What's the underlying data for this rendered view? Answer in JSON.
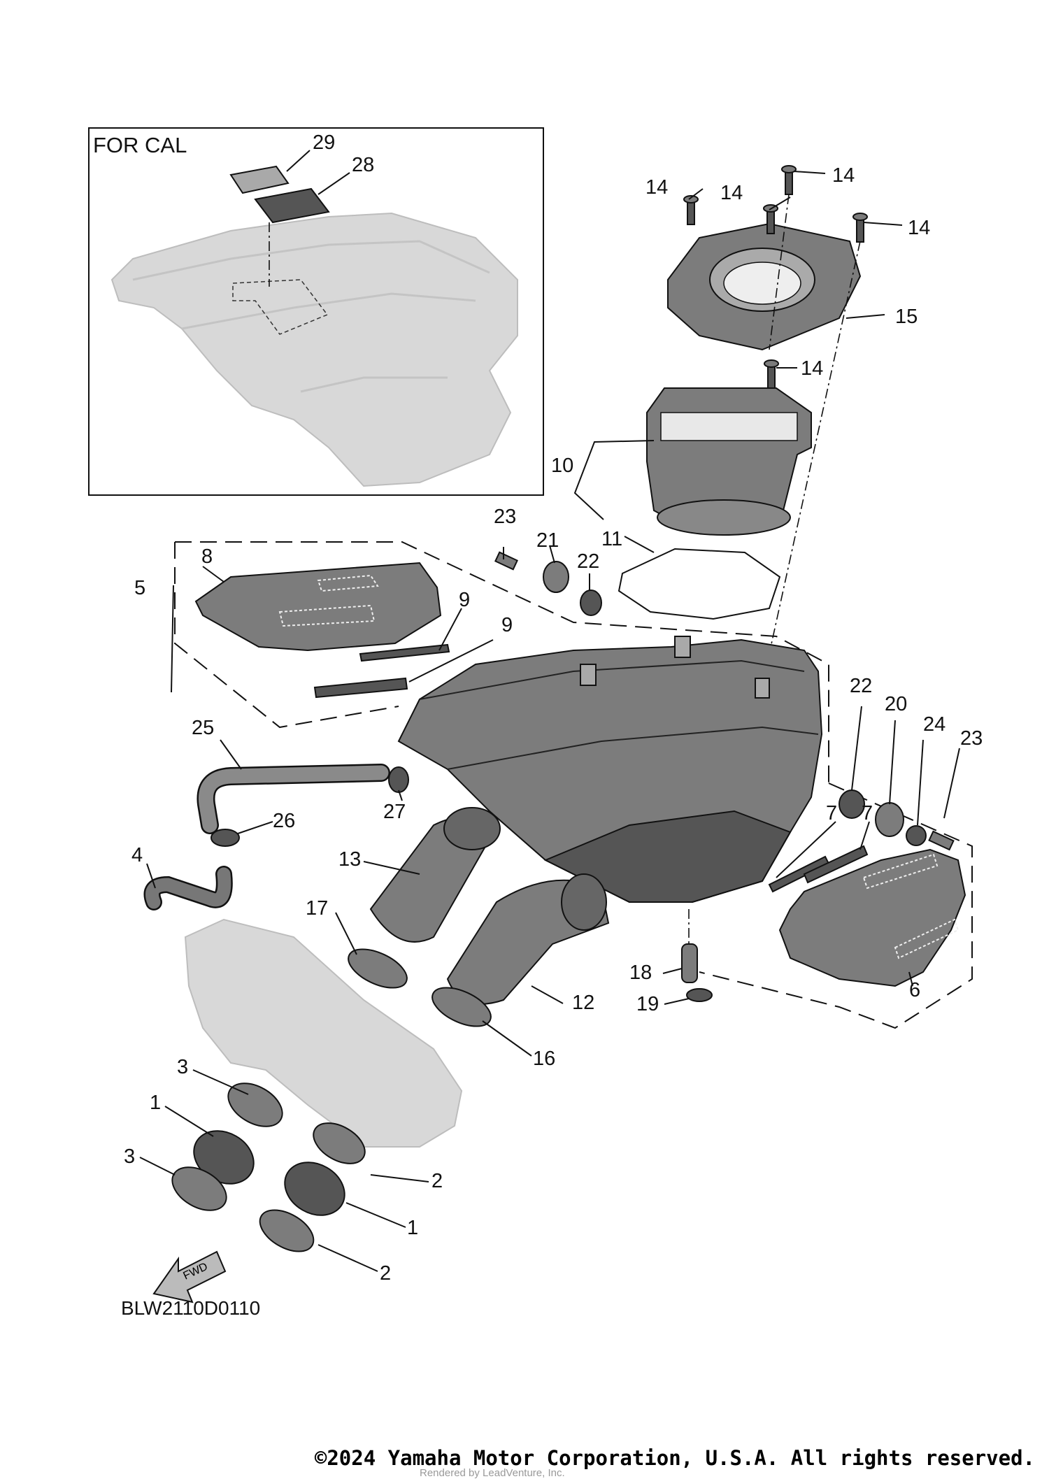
{
  "inset": {
    "title": "FOR CAL"
  },
  "callouts": {
    "c1a": "1",
    "c1b": "1",
    "c2a": "2",
    "c2b": "2",
    "c3a": "3",
    "c3b": "3",
    "c4": "4",
    "c5": "5",
    "c6": "6",
    "c7a": "7",
    "c7b": "7",
    "c8": "8",
    "c9a": "9",
    "c9b": "9",
    "c10": "10",
    "c11": "11",
    "c12": "12",
    "c13": "13",
    "c14a": "14",
    "c14b": "14",
    "c14c": "14",
    "c14d": "14",
    "c14e": "14",
    "c15": "15",
    "c16": "16",
    "c17": "17",
    "c18": "18",
    "c19": "19",
    "c20": "20",
    "c21": "21",
    "c22a": "22",
    "c22b": "22",
    "c23a": "23",
    "c23b": "23",
    "c24": "24",
    "c25": "25",
    "c26": "26",
    "c27": "27",
    "c28": "28",
    "c29": "29"
  },
  "diagram_code": "BLW2110D0110",
  "fwd_label": "FWD",
  "watermark": "Rendered by LeadVenture, Inc.",
  "footer": "©2024 Yamaha Motor Corporation, U.S.A. All rights reserved."
}
